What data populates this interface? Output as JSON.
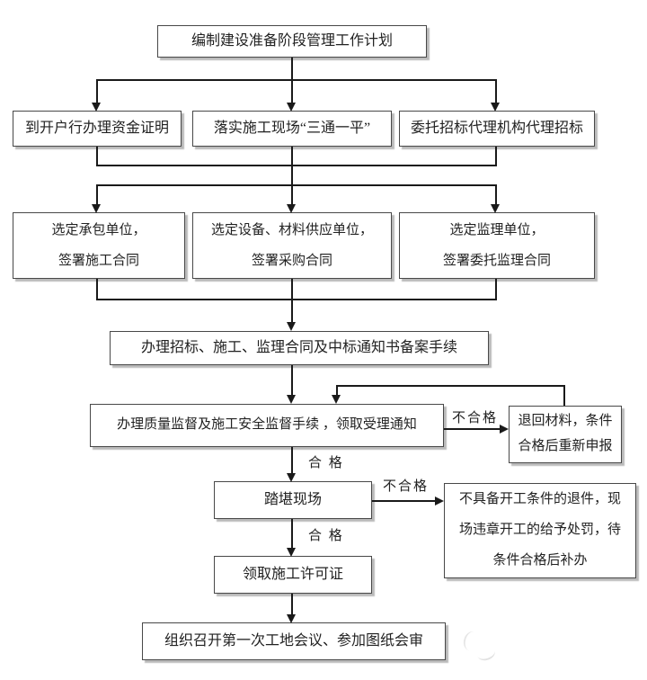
{
  "diagram": {
    "nodes": {
      "prepare_plan": {
        "label": "编制建设准备阶段管理工作计划"
      },
      "fund_certificate": {
        "label": "到开户行办理资金证明"
      },
      "site_three_supplies": {
        "label": "落实施工现场“三通一平”"
      },
      "bidding_agency": {
        "label": "委托招标代理机构代理招标"
      },
      "select_contractor": {
        "label": "选定承包单位，\n签署施工合同"
      },
      "select_suppliers": {
        "label": "选定设备、材料供应单位，\n签署采购合同"
      },
      "select_supervisor": {
        "label": "选定监理单位，\n签署委托监理合同"
      },
      "filing_procedures": {
        "label": "办理招标、施工、监理合同及中标通知书备案手续"
      },
      "quality_supervision": {
        "label": "办理质量监督及施工安全监督手续 ，领取受理通知"
      },
      "return_materials": {
        "label": "退回材料，条件\n合格后重新申报"
      },
      "site_inspection": {
        "label": "踏堪现场"
      },
      "reject_punish": {
        "label": "不具备开工条件的退件，现\n场违章开工的给予处罚，待\n条件合格后补办"
      },
      "construction_permit": {
        "label": "领取施工许可证"
      },
      "first_site_meeting": {
        "label": "组织召开第一次工地会议、参加图纸会审"
      }
    },
    "edge_labels": {
      "unqualified_1": "不合格",
      "qualified_1": "合 格",
      "unqualified_2": "不合格",
      "qualified_2": "合 格"
    },
    "colors": {
      "line": "#1a1a1a",
      "box_border": "#484848",
      "box_shadow": "#828282",
      "background": "#ffffff",
      "text": "#222222"
    }
  }
}
